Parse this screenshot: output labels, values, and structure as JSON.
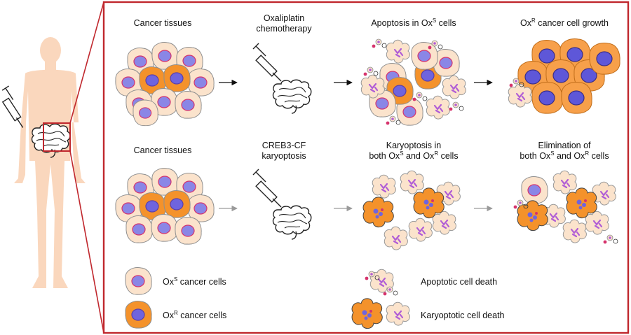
{
  "top_row": {
    "step1": "Cancer tissues",
    "step2_line1": "Oxaliplatin",
    "step2_line2": "chemotherapy",
    "step3_pre": "Apoptosis in Ox",
    "step3_sup": "S",
    "step3_post": " cells",
    "step4_pre": "Ox",
    "step4_sup": "R",
    "step4_post": " cancer cell growth"
  },
  "bottom_row": {
    "step1": "Cancer tissues",
    "step2_line1": "CREB3-CF",
    "step2_line2": "karyoptosis",
    "step3_line1": "Karyoptosis  in",
    "step3_line2_a": "both Ox",
    "step3_line2_sup1": "S",
    "step3_line2_b": " and Ox",
    "step3_line2_sup2": "R",
    "step3_line2_c": " cells",
    "step4_line1": "Elimination of",
    "step4_line2_a": "both Ox",
    "step4_line2_sup1": "S",
    "step4_line2_b": " and Ox",
    "step4_line2_sup2": "R",
    "step4_line2_c": " cells"
  },
  "legend": {
    "oxs_pre": "Ox",
    "oxs_sup": "S",
    "oxs_post": " cancer cells",
    "oxr_pre": "Ox",
    "oxr_sup": "R",
    "oxr_post": " cancer cells",
    "apoptotic": "Apoptotic cell death",
    "karyoptotic": "Karyoptotic cell death"
  },
  "colors": {
    "frame": "#c0272d",
    "body_skin": "#fad7bd",
    "oxs_cytoplasm": "#fbe3cc",
    "oxr_cytoplasm": "#f4922b",
    "nucleus": "#8a86e6",
    "nucleus_border": "#d6336c"
  }
}
